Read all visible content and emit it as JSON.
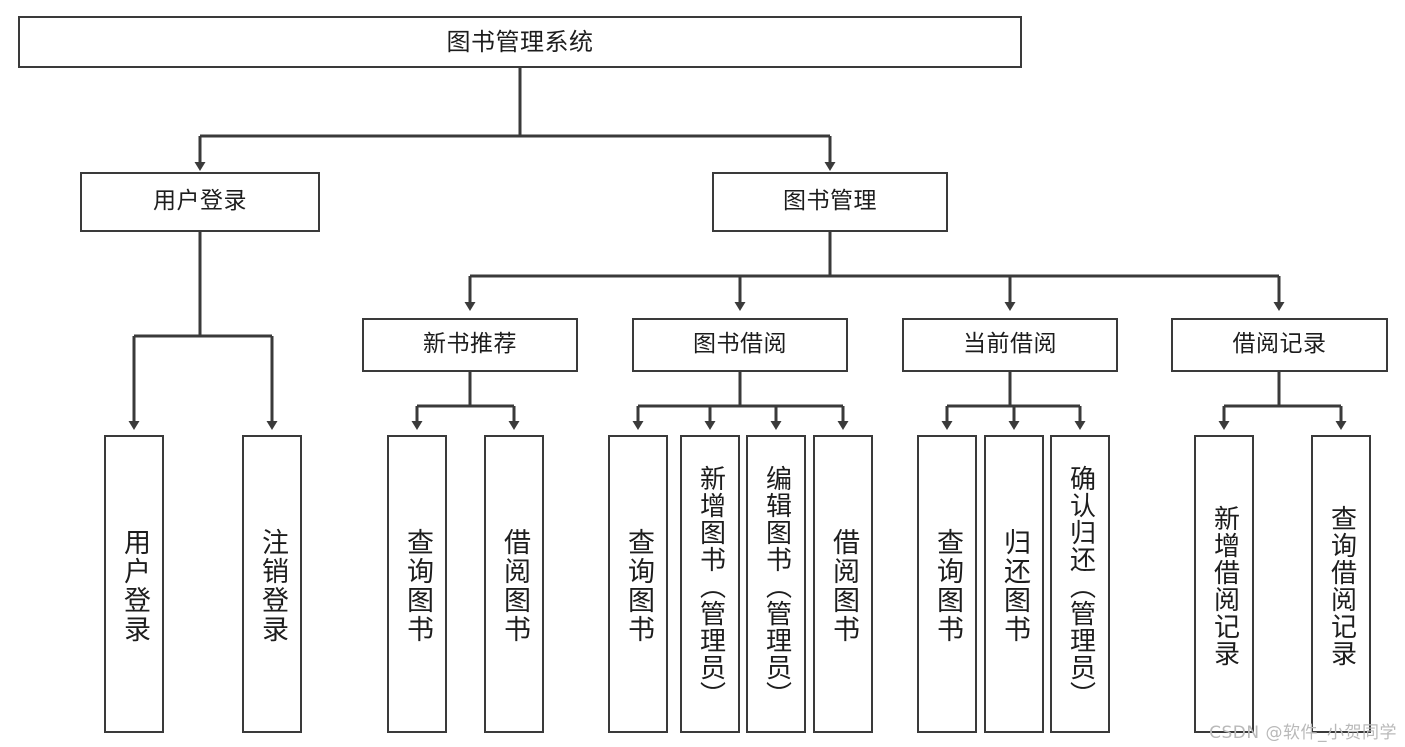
{
  "diagram": {
    "type": "tree-hierarchy-chart",
    "title": "图书管理系统",
    "orientation": "top-down",
    "colors": {
      "background": "#ffffff",
      "node_fill": "#ffffff",
      "node_border": "#3a3a3a",
      "edge": "#3a3a3a",
      "text": "#1d1d1d",
      "watermark": "#b9b9b9"
    }
  },
  "nodes": {
    "root": {
      "label": "图书管理系统"
    },
    "level2": [
      {
        "id": "user-login",
        "label": "用户登录"
      },
      {
        "id": "book-manage",
        "label": "图书管理"
      }
    ],
    "level3": [
      {
        "id": "new-book-recommend",
        "label": "新书推荐"
      },
      {
        "id": "book-borrow",
        "label": "图书借阅"
      },
      {
        "id": "current-borrow",
        "label": "当前借阅"
      },
      {
        "id": "borrow-record",
        "label": "借阅记录"
      }
    ],
    "leaves": {
      "user-login": [
        {
          "id": "leaf-user-login",
          "label": "用户登录"
        },
        {
          "id": "leaf-logout-login",
          "label": "注销登录"
        }
      ],
      "new-book-recommend": [
        {
          "id": "leaf-query-book-1",
          "label": "查询图书"
        },
        {
          "id": "leaf-borrow-book-1",
          "label": "借阅图书"
        }
      ],
      "book-borrow": [
        {
          "id": "leaf-query-book-2",
          "label": "查询图书"
        },
        {
          "id": "leaf-add-book",
          "label": "新增图书（管理员）"
        },
        {
          "id": "leaf-edit-book",
          "label": "编辑图书（管理员）"
        },
        {
          "id": "leaf-borrow-book-2",
          "label": "借阅图书"
        }
      ],
      "current-borrow": [
        {
          "id": "leaf-query-book-3",
          "label": "查询图书"
        },
        {
          "id": "leaf-return-book",
          "label": "归还图书"
        },
        {
          "id": "leaf-confirm-return",
          "label": "确认归还（管理员）"
        }
      ],
      "borrow-record": [
        {
          "id": "leaf-add-record",
          "label": "新增借阅记录"
        },
        {
          "id": "leaf-query-record",
          "label": "查询借阅记录"
        }
      ]
    }
  },
  "watermark": {
    "text": "CSDN @软件_小贺同学"
  }
}
